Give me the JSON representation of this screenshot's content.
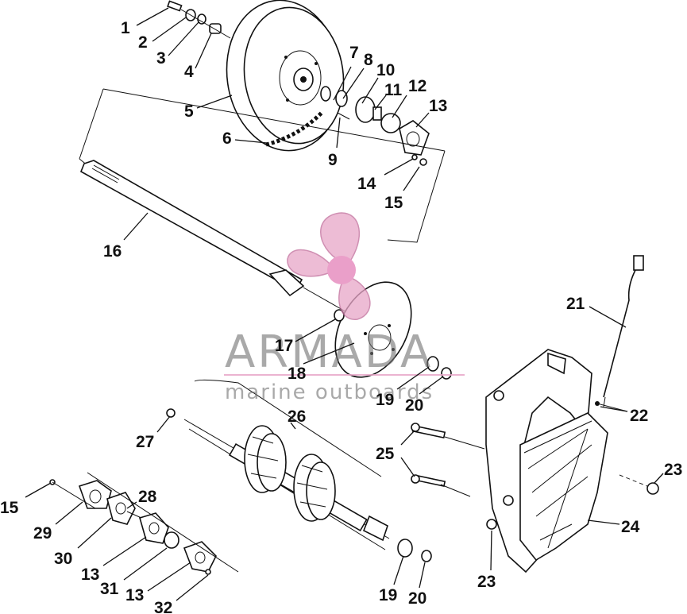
{
  "watermark": {
    "title": "ARMADA",
    "subtitle": "marine outboards",
    "logo": "propeller-logo",
    "color": "#e8a6c8"
  },
  "callouts": [
    {
      "id": "1",
      "text": "1"
    },
    {
      "id": "2",
      "text": "2"
    },
    {
      "id": "3",
      "text": "3"
    },
    {
      "id": "4",
      "text": "4"
    },
    {
      "id": "5",
      "text": "5"
    },
    {
      "id": "6",
      "text": "6"
    },
    {
      "id": "7",
      "text": "7"
    },
    {
      "id": "8",
      "text": "8"
    },
    {
      "id": "9",
      "text": "9"
    },
    {
      "id": "10",
      "text": "10"
    },
    {
      "id": "11",
      "text": "11"
    },
    {
      "id": "12",
      "text": "12"
    },
    {
      "id": "13a",
      "text": "13"
    },
    {
      "id": "14",
      "text": "14"
    },
    {
      "id": "15a",
      "text": "15"
    },
    {
      "id": "16",
      "text": "16"
    },
    {
      "id": "17",
      "text": "17"
    },
    {
      "id": "18",
      "text": "18"
    },
    {
      "id": "19a",
      "text": "19"
    },
    {
      "id": "20a",
      "text": "20"
    },
    {
      "id": "21",
      "text": "21"
    },
    {
      "id": "22",
      "text": "22"
    },
    {
      "id": "23a",
      "text": "23"
    },
    {
      "id": "24",
      "text": "24"
    },
    {
      "id": "25",
      "text": "25"
    },
    {
      "id": "26",
      "text": "26"
    },
    {
      "id": "27",
      "text": "27"
    },
    {
      "id": "15b",
      "text": "15"
    },
    {
      "id": "28",
      "text": "28"
    },
    {
      "id": "29",
      "text": "29"
    },
    {
      "id": "30",
      "text": "30"
    },
    {
      "id": "13b",
      "text": "13"
    },
    {
      "id": "31",
      "text": "31"
    },
    {
      "id": "13c",
      "text": "13"
    },
    {
      "id": "32",
      "text": "32"
    },
    {
      "id": "23b",
      "text": "23"
    },
    {
      "id": "19b",
      "text": "19"
    },
    {
      "id": "20b",
      "text": "20"
    }
  ]
}
